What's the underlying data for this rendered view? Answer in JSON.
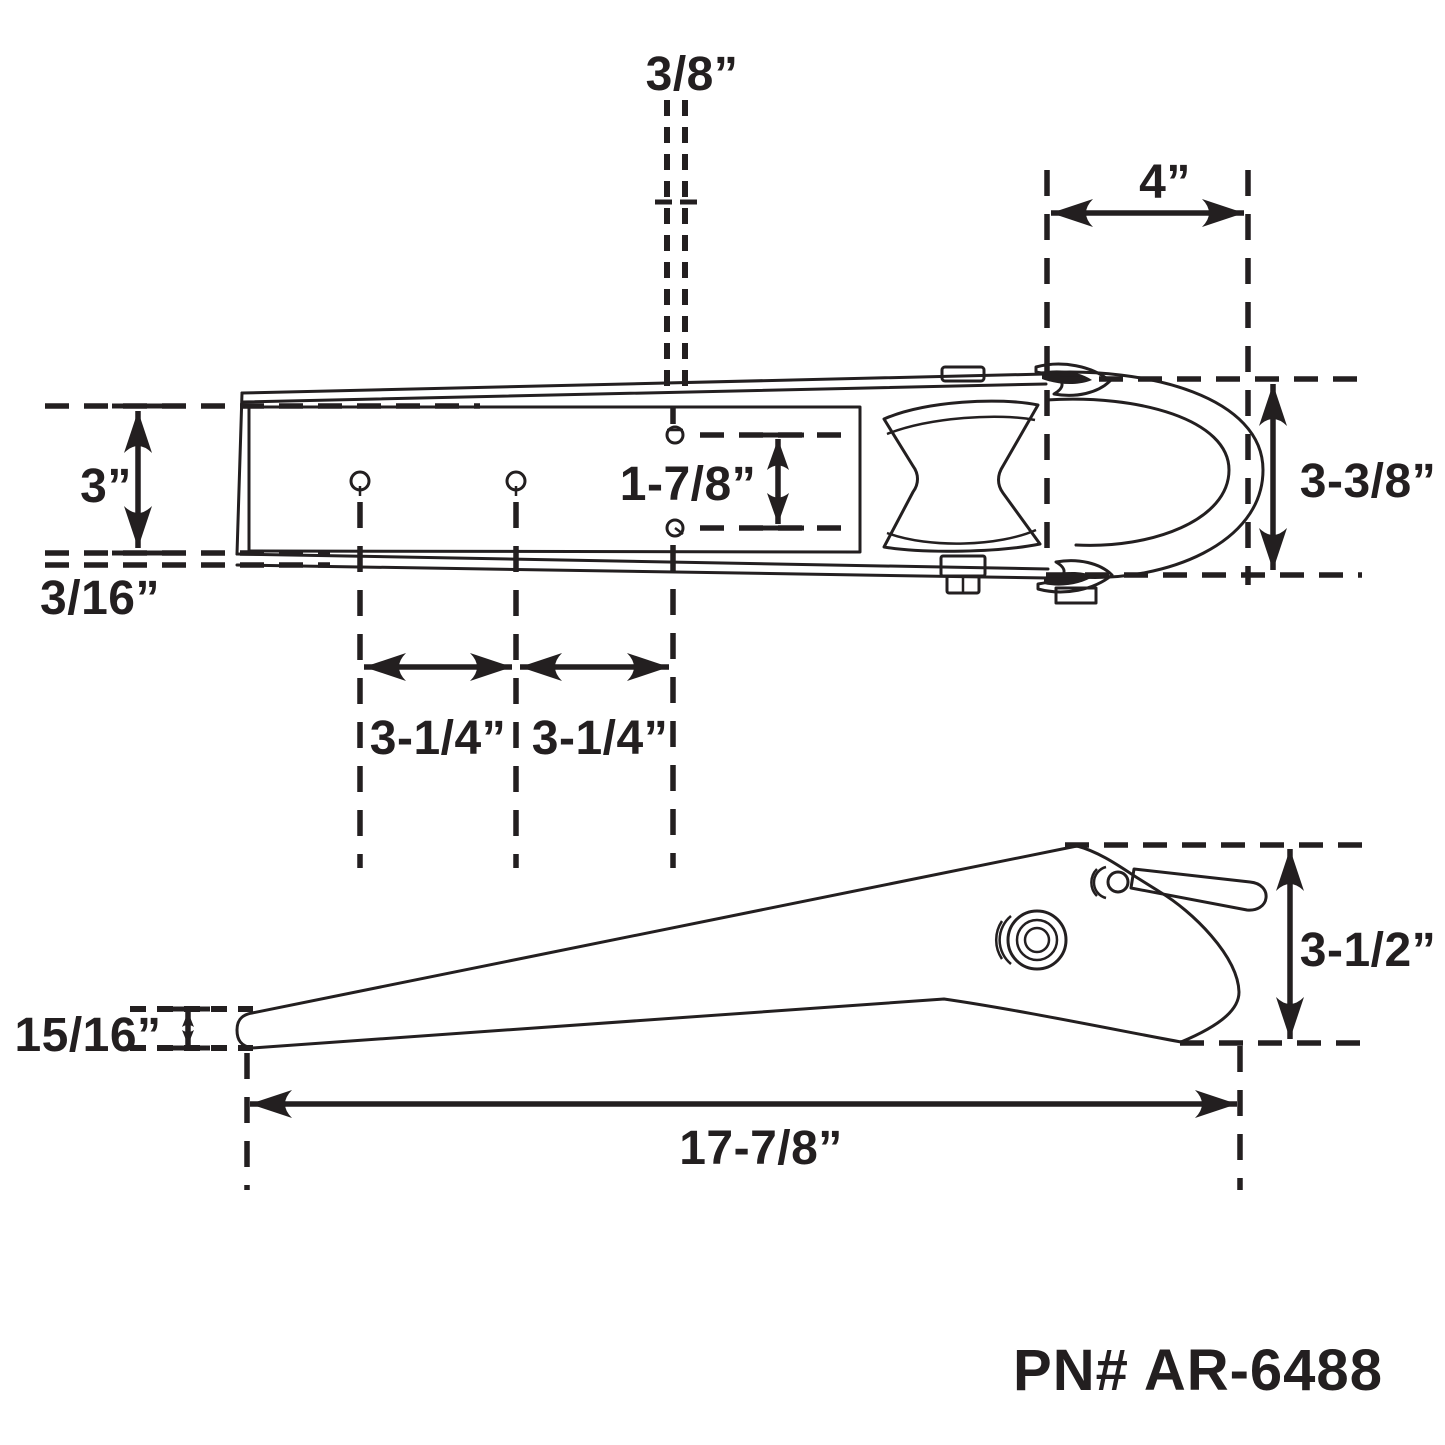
{
  "document": {
    "type": "technical-drawing",
    "background_color": "#ffffff",
    "ink_color": "#231f20"
  },
  "part": {
    "number_label": "PN# AR-6488"
  },
  "top_view": {
    "dim_hole_diameter": "3/8”",
    "dim_roller_section": "4”",
    "dim_inner_width": "3”",
    "dim_thickness": "3/16”",
    "dim_slot_spacing": "1-7/8”",
    "dim_outer_width": "3-3/8”",
    "dim_hole_spacing_front": "3-1/4”",
    "dim_hole_spacing_rear": "3-1/4”"
  },
  "side_view": {
    "dim_tip_height": "15/16”",
    "dim_rear_height": "3-1/2”",
    "dim_overall_length": "17-7/8”"
  }
}
